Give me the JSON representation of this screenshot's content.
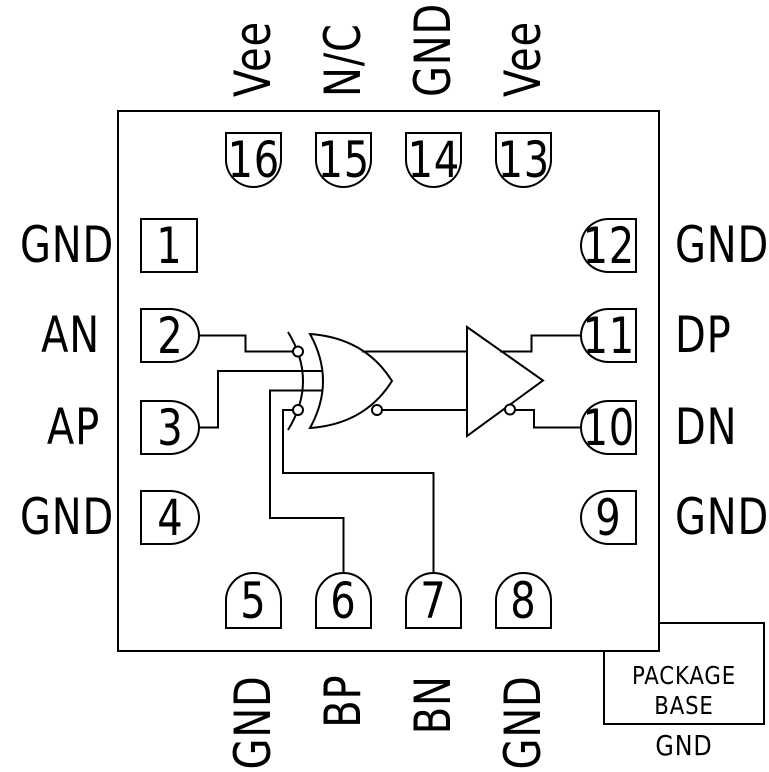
{
  "package": {
    "top_pins": [
      {
        "number": "16",
        "label": "Vee"
      },
      {
        "number": "15",
        "label": "N/C"
      },
      {
        "number": "14",
        "label": "GND"
      },
      {
        "number": "13",
        "label": "Vee"
      }
    ],
    "left_pins": [
      {
        "number": "1",
        "label": "GND"
      },
      {
        "number": "2",
        "label": "AN"
      },
      {
        "number": "3",
        "label": "AP"
      },
      {
        "number": "4",
        "label": "GND"
      }
    ],
    "right_pins": [
      {
        "number": "12",
        "label": "GND"
      },
      {
        "number": "11",
        "label": "DP"
      },
      {
        "number": "10",
        "label": "DN"
      },
      {
        "number": "9",
        "label": "GND"
      }
    ],
    "bottom_pins": [
      {
        "number": "5",
        "label": "GND"
      },
      {
        "number": "6",
        "label": "BP"
      },
      {
        "number": "7",
        "label": "BN"
      },
      {
        "number": "8",
        "label": "GND"
      }
    ]
  },
  "package_base": {
    "line1": "PACKAGE",
    "line2": "BASE",
    "ground_label": "GND"
  },
  "icons": {
    "gate": "xor-gate-symbol",
    "output_stage": "buffer-symbol",
    "inversion": "bubble"
  },
  "colors": {
    "line": "#000000",
    "background": "#ffffff"
  }
}
